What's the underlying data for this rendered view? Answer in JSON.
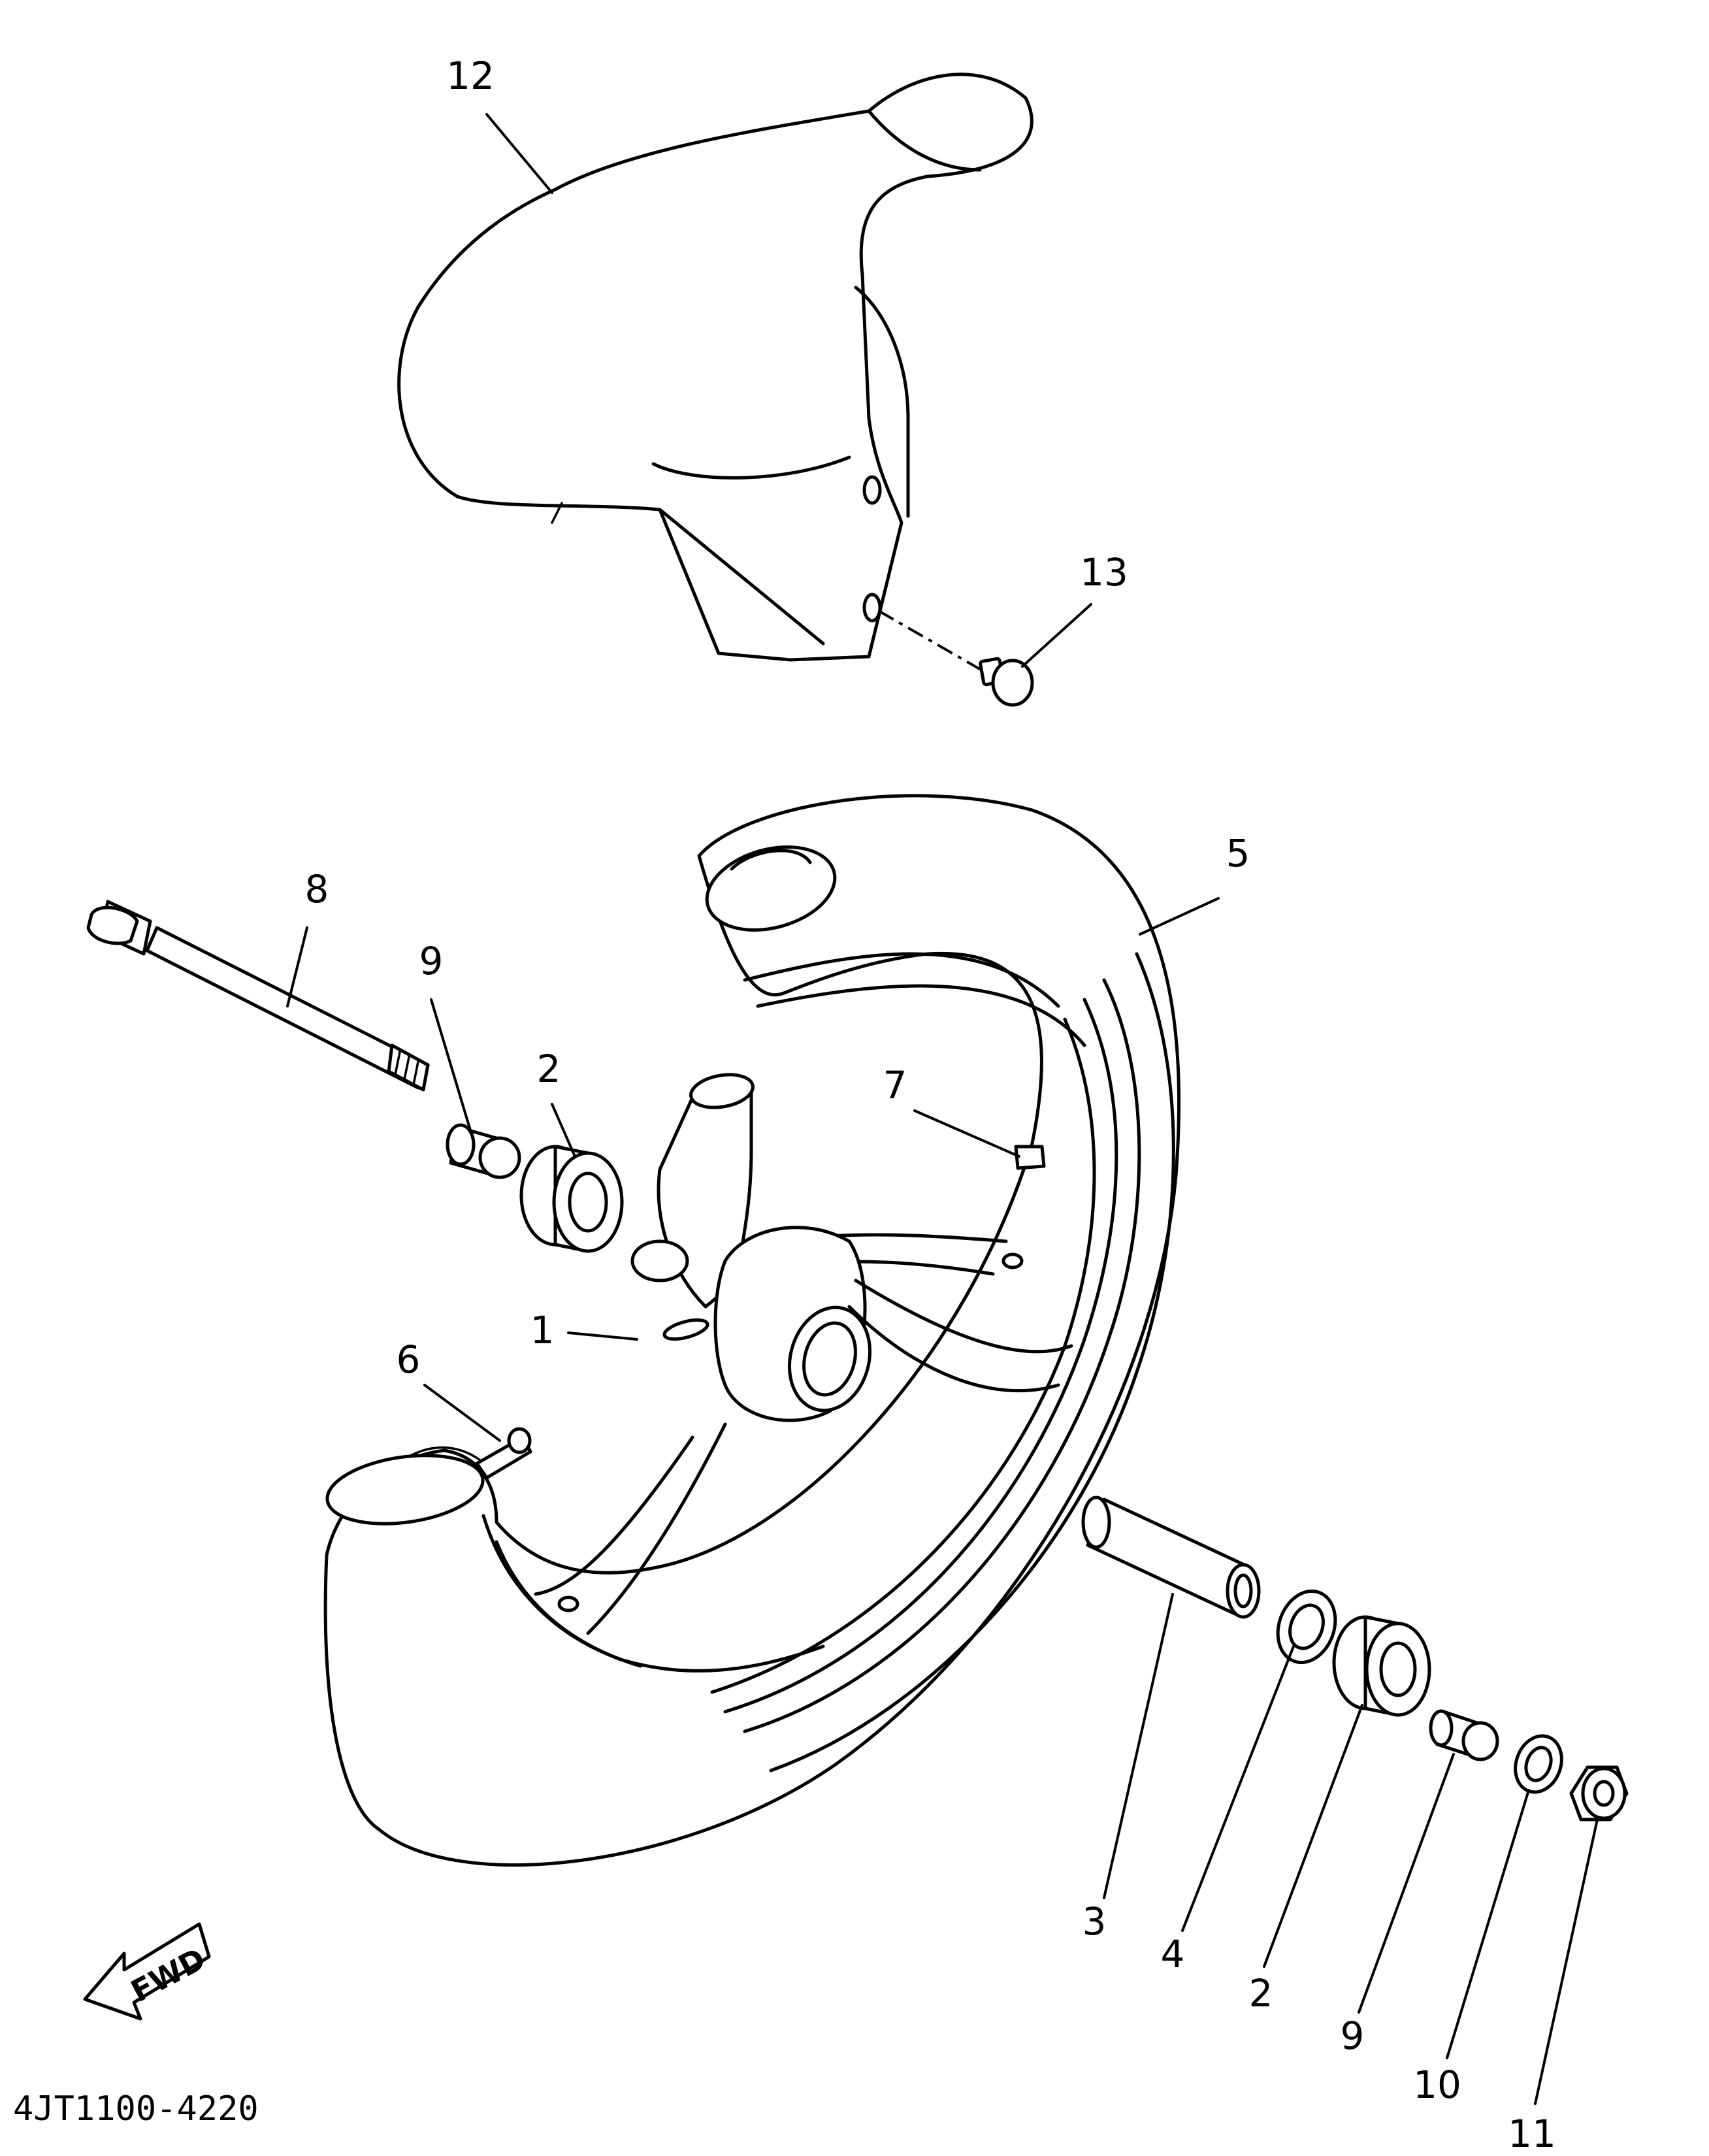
{
  "callouts": {
    "c1": "1",
    "c2a": "2",
    "c2b": "2",
    "c3": "3",
    "c4": "4",
    "c5": "5",
    "c6": "6",
    "c7": "7",
    "c8": "8",
    "c9a": "9",
    "c9b": "9",
    "c10": "10",
    "c11": "11",
    "c12": "12",
    "c13": "13"
  },
  "fwd_label": "FWD",
  "diagram_code": "4JT1100-4220"
}
